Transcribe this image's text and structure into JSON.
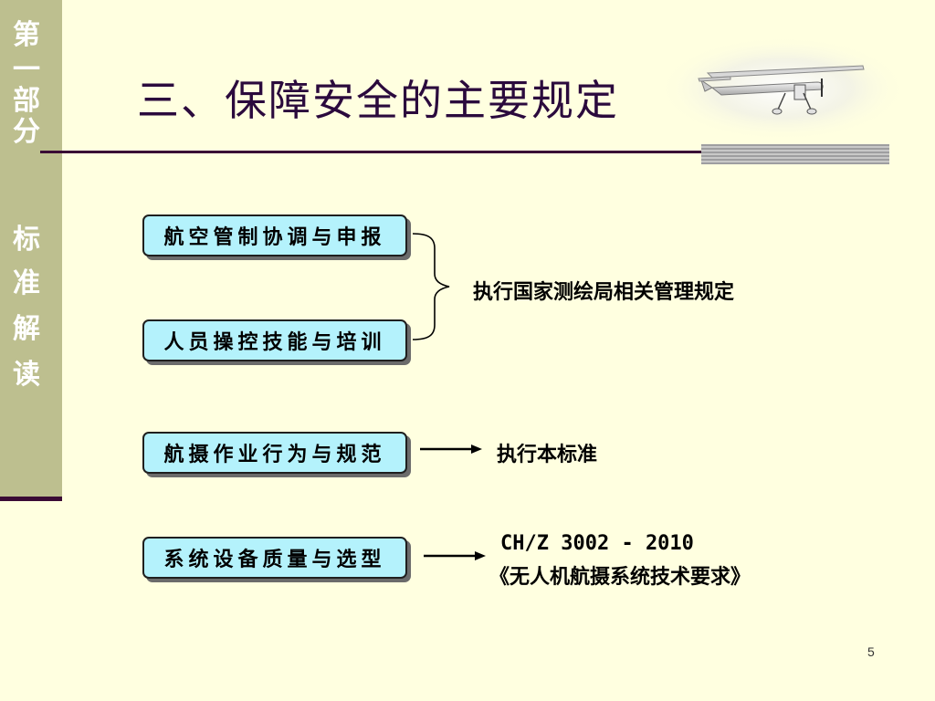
{
  "sidebar": {
    "section": [
      "第",
      "一",
      "部",
      "分"
    ],
    "topic": [
      "标",
      "准",
      "解",
      "读"
    ]
  },
  "title": "三、保障安全的主要规定",
  "items": [
    {
      "label": "航空管制协调与申报"
    },
    {
      "label": "人员操控技能与培训"
    },
    {
      "label": "航摄作业行为与规范"
    },
    {
      "label": "系统设备质量与选型"
    }
  ],
  "notes": {
    "bracket_note": "执行国家测绘局相关管理规定",
    "standard_note": "执行本标准",
    "spec_code": "CH/Z 3002 - 2010",
    "spec_title": "《无人机航摄系统技术要求》"
  },
  "page_number": "5",
  "colors": {
    "background": "#FFFFE0",
    "sidebar": "#BDBF8F",
    "pill_fill": "#B4F2FC",
    "title_text": "#2B0A3D",
    "rule": "#3A0A35"
  }
}
